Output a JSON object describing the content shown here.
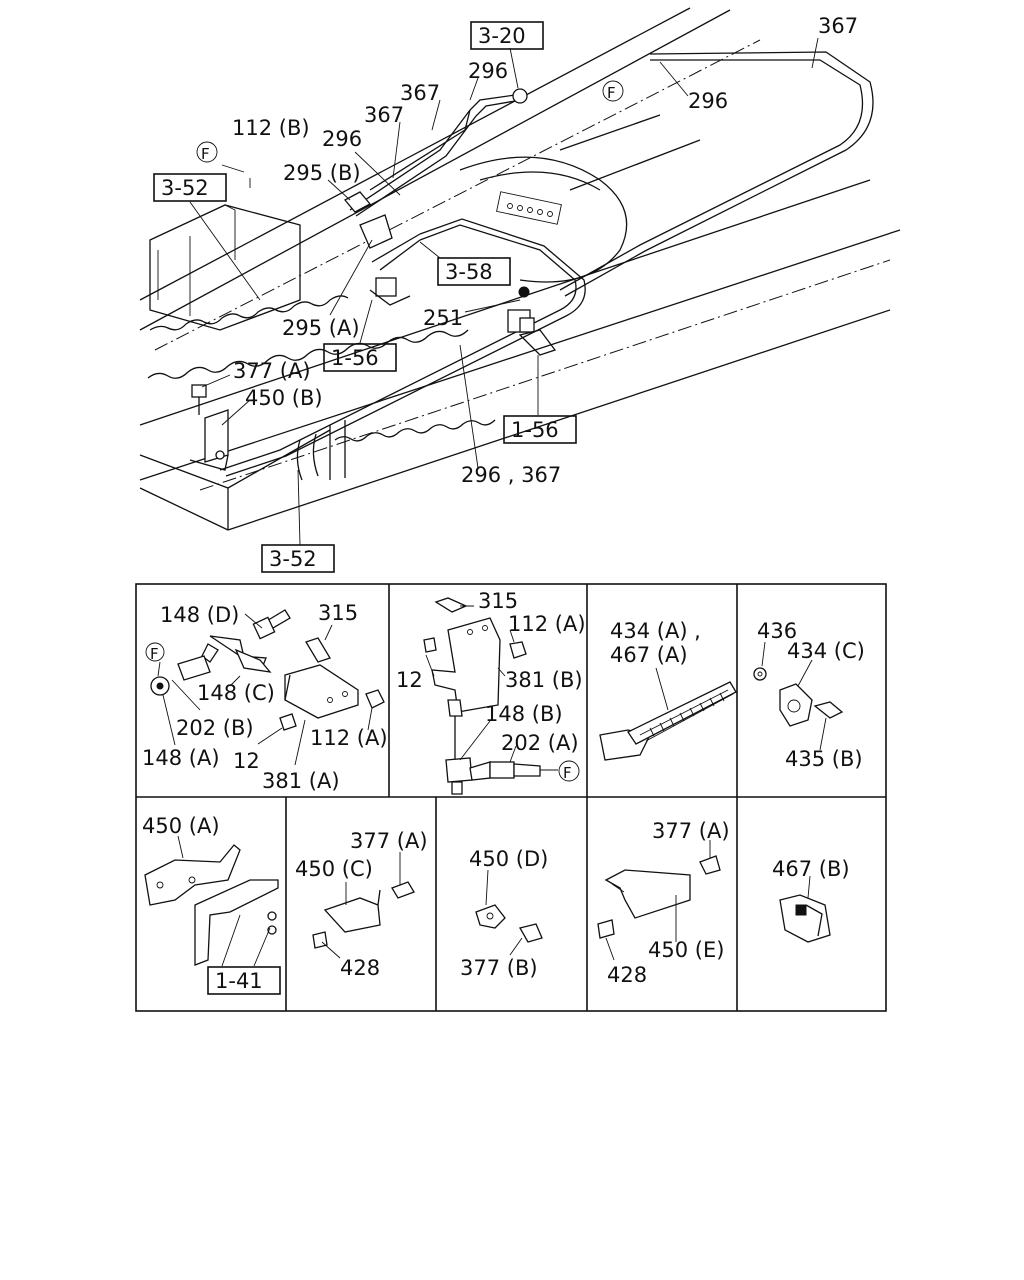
{
  "diagram": {
    "main_labels": {
      "l_367_top": "367",
      "l_296_top": "296",
      "l_296_right": "296",
      "l_367_a": "367",
      "l_367_b": "367",
      "l_296_mid": "296",
      "l_112b": "112 (B)",
      "l_295b": "295 (B)",
      "l_295a": "295 (A)",
      "l_251": "251",
      "l_377a": "377 (A)",
      "l_450b": "450 (B)",
      "l_296_367": "296 , 367"
    },
    "ref_boxes": {
      "b_3_20": "3-20",
      "b_3_52_top": "3-52",
      "b_3_58": "3-58",
      "b_1_56_left": "1-56",
      "b_1_56_right": "1-56",
      "b_3_52_bottom": "3-52"
    },
    "circle_marks": {
      "c_f_top_right": "F",
      "c_f_top_left": "F"
    },
    "panel1": {
      "l_148d": "148 (D)",
      "l_315": "315",
      "l_f": "F",
      "l_148c": "148 (C)",
      "l_202b": "202 (B)",
      "l_112a": "112 (A)",
      "l_148a": "148 (A)",
      "l_12": "12",
      "l_381a": "381 (A)"
    },
    "panel2": {
      "l_315": "315",
      "l_112a": "112 (A)",
      "l_12": "12",
      "l_381b": "381 (B)",
      "l_148b": "148 (B)",
      "l_202a": "202 (A)",
      "l_f": "F"
    },
    "panel3": {
      "l_434a": "434 (A) ,",
      "l_467a": "467 (A)"
    },
    "panel4": {
      "l_436": "436",
      "l_434c": "434 (C)",
      "l_435b": "435 (B)"
    },
    "panel5": {
      "l_450a": "450 (A)",
      "b_1_41": "1-41"
    },
    "panel6": {
      "l_377a": "377 (A)",
      "l_450c": "450 (C)",
      "l_428": "428"
    },
    "panel7": {
      "l_450d": "450 (D)",
      "l_377b": "377 (B)"
    },
    "panel8": {
      "l_377a": "377 (A)",
      "l_428": "428",
      "l_450e": "450 (E)"
    },
    "panel9": {
      "l_467b": "467 (B)"
    }
  }
}
